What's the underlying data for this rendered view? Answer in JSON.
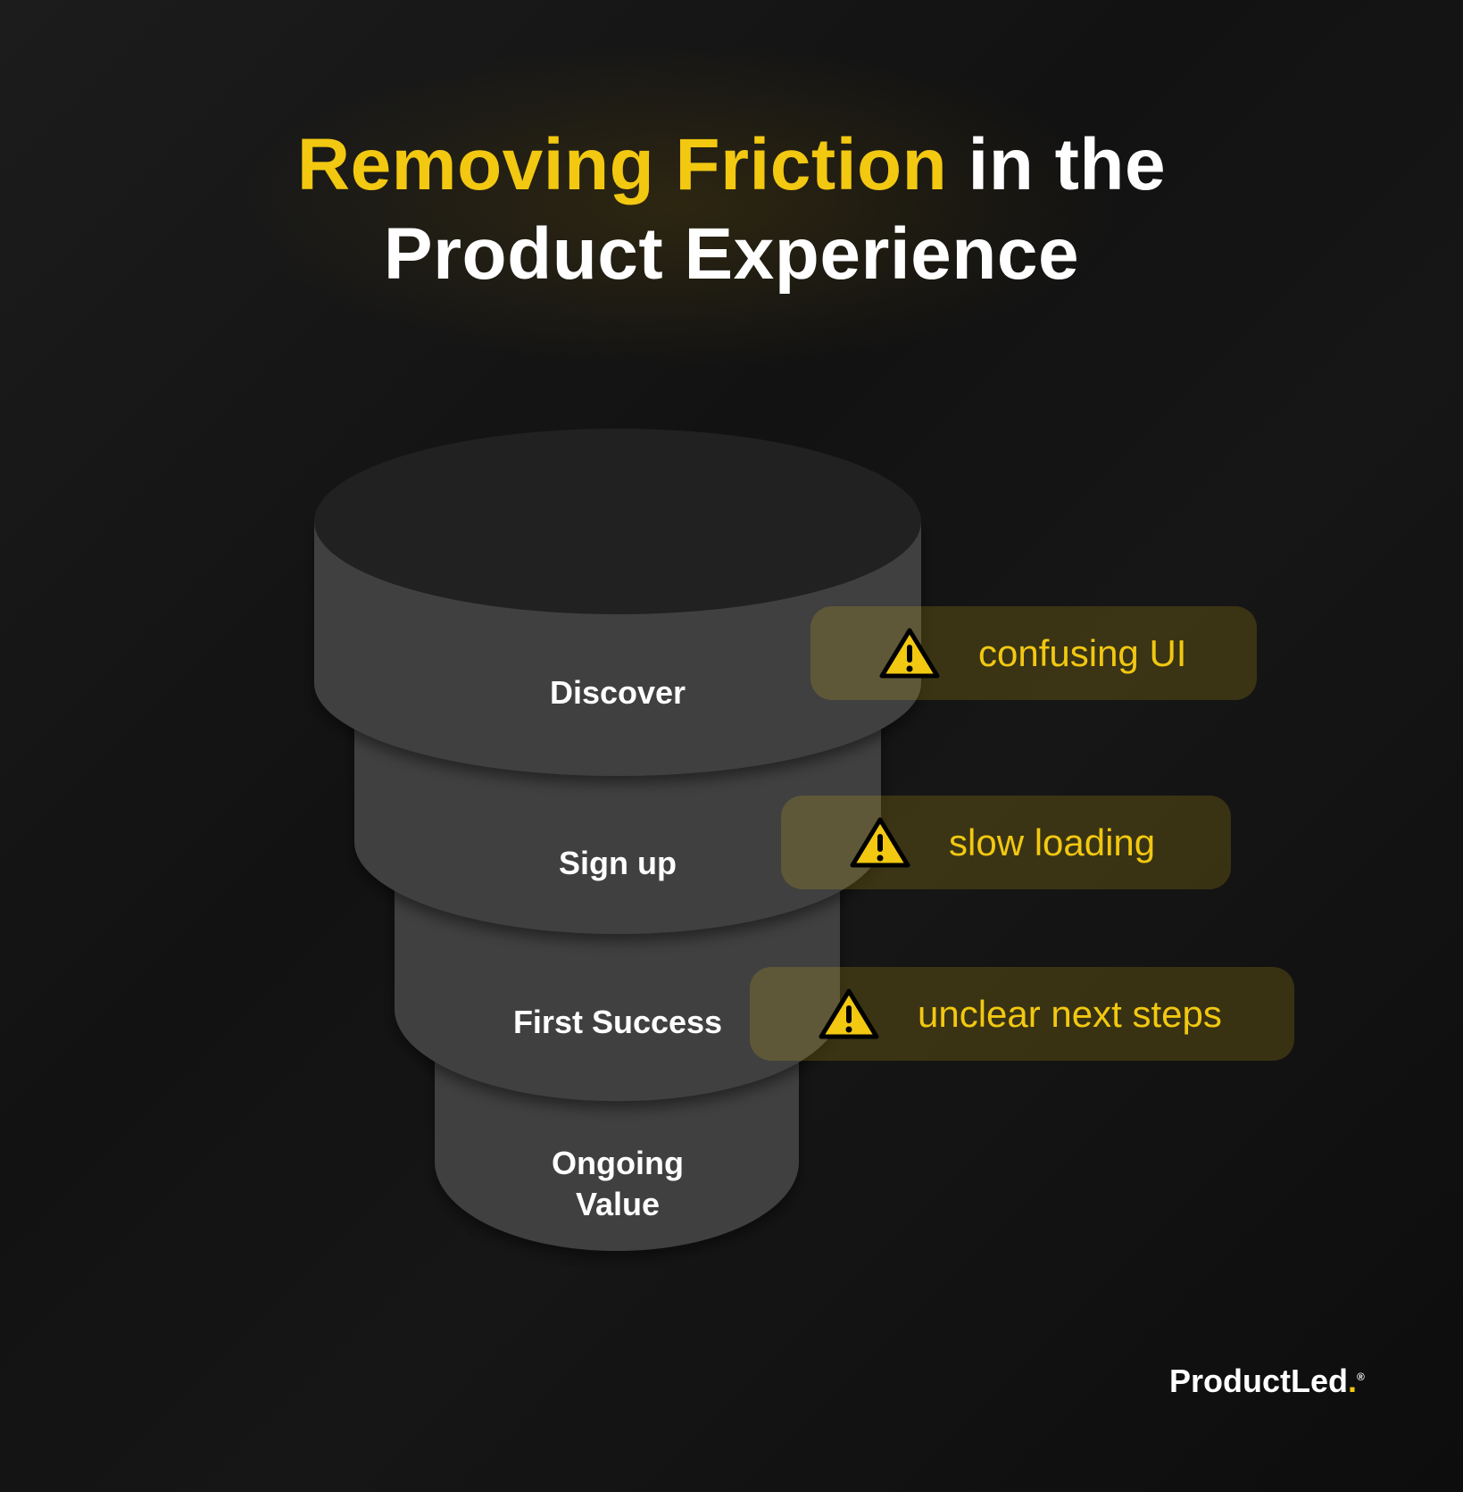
{
  "title": {
    "highlight": "Removing Friction",
    "rest_line1": " in the",
    "line2": "Product Experience"
  },
  "funnel": {
    "stages": [
      "Discover",
      "Sign up",
      "First Success",
      "Ongoing",
      "Value"
    ]
  },
  "frictions": [
    {
      "icon": "warning-icon",
      "text": "confusing UI"
    },
    {
      "icon": "warning-icon",
      "text": "slow loading"
    },
    {
      "icon": "warning-icon",
      "text": "unclear next steps"
    }
  ],
  "logo": {
    "text": "ProductLed",
    "dot": ".",
    "registered": "®"
  },
  "colors": {
    "accent": "#f2c811",
    "tier": "#414141",
    "top": "#212121"
  }
}
